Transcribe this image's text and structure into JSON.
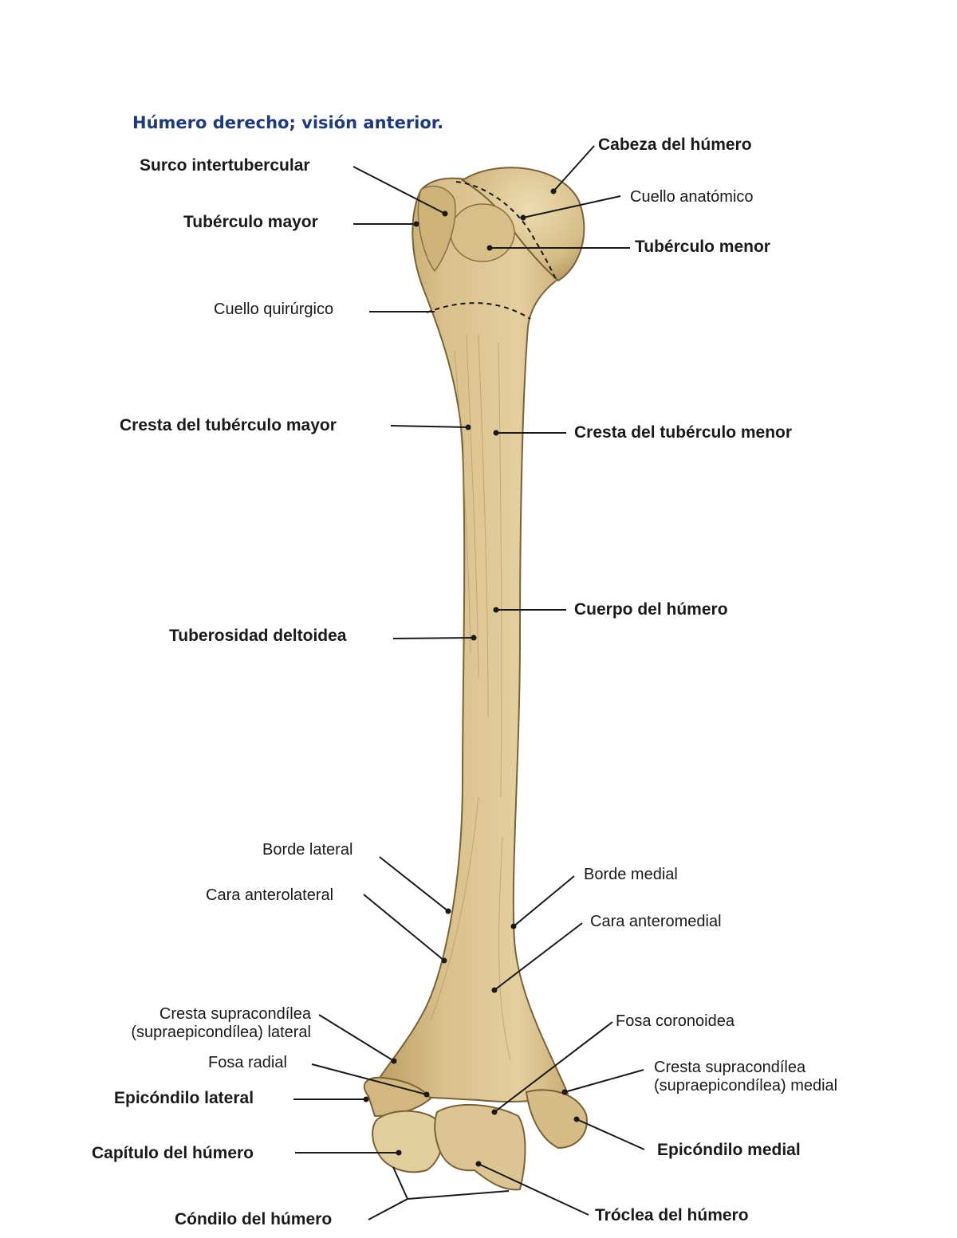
{
  "title": "Húmero derecho; visión anterior.",
  "colors": {
    "title": "#1f3a7a",
    "bone_fill": "#d9c08c",
    "bone_shade": "#b89a5e",
    "bone_outline": "#7a6238",
    "leader": "#1a1a1a",
    "text": "#1a1a1a"
  },
  "labels": {
    "cabeza": "Cabeza del húmero",
    "surco": "Surco intertubercular",
    "cuello_anatomico": "Cuello anatómico",
    "tuberculo_mayor": "Tubérculo mayor",
    "tuberculo_menor": "Tubérculo menor",
    "cuello_quirurgico": "Cuello quirúrgico",
    "cresta_mayor": "Cresta del tubérculo mayor",
    "cresta_menor": "Cresta del tubérculo menor",
    "cuerpo": "Cuerpo del húmero",
    "tuberosidad": "Tuberosidad deltoidea",
    "borde_lateral": "Borde lateral",
    "borde_medial": "Borde medial",
    "cara_anterolateral": "Cara anterolateral",
    "cara_anteromedial": "Cara anteromedial",
    "cresta_supra_lat_1": "Cresta supracondílea",
    "cresta_supra_lat_2": "(supraepicondílea) lateral",
    "fosa_coronoidea": "Fosa coronoidea",
    "fosa_radial": "Fosa radial",
    "cresta_supra_med_1": "Cresta supracondílea",
    "cresta_supra_med_2": "(supraepicondílea) medial",
    "epicondilo_lateral": "Epicóndilo lateral",
    "epicondilo_medial": "Epicóndilo medial",
    "capitulo": "Capítulo del húmero",
    "troclea": "Tróclea del húmero",
    "condilo": "Cóndilo del húmero"
  }
}
